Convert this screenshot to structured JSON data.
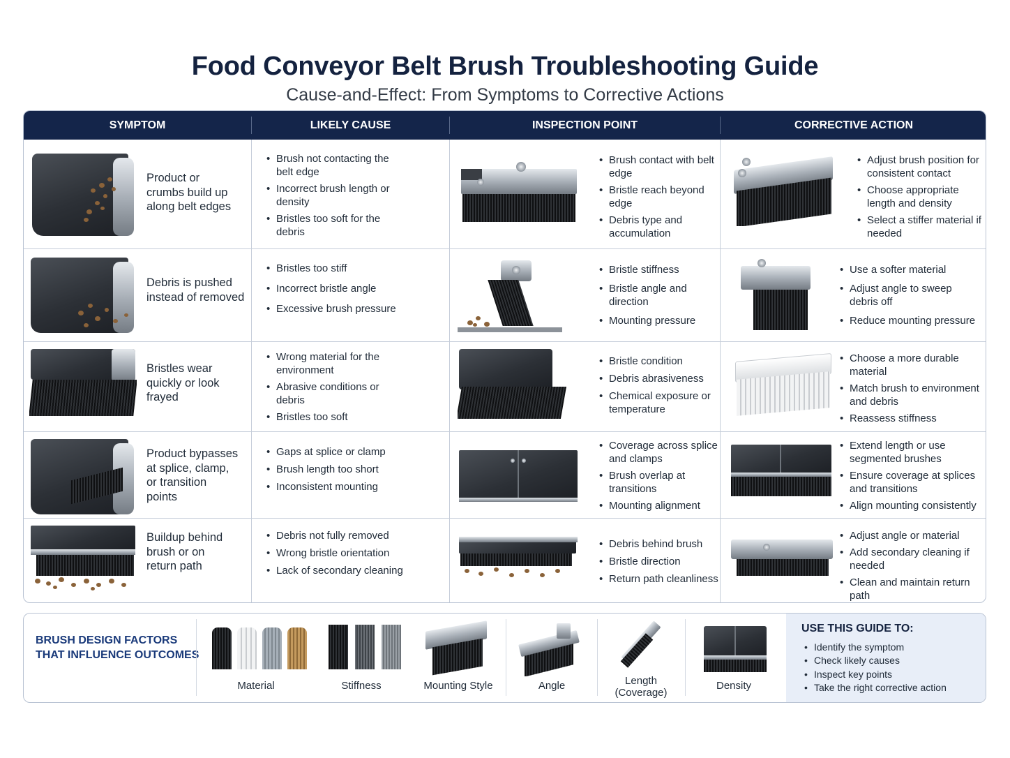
{
  "title": "Food Conveyor Belt Brush Troubleshooting Guide",
  "subtitle": "Cause-and-Effect: From Symptoms to Corrective Actions",
  "headers": [
    "SYMPTOM",
    "LIKELY CAUSE",
    "INSPECTION POINT",
    "CORRECTIVE ACTION"
  ],
  "rows": [
    {
      "symptom": [
        "Product or",
        "crumbs build up",
        "along belt edges"
      ],
      "causes": [
        "Brush not contacting the belt edge",
        "Incorrect brush length or density",
        "Bristles too soft for the debris"
      ],
      "inspection": [
        "Brush contact with belt edge",
        "Bristle reach beyond edge",
        "Debris type and accumulation"
      ],
      "actions": [
        "Adjust brush position for consistent contact",
        "Choose appropriate length and density",
        "Select a stiffer material if needed"
      ]
    },
    {
      "symptom": [
        "Debris is pushed",
        "instead of removed"
      ],
      "causes": [
        "Bristles too stiff",
        "Incorrect bristle angle",
        "Excessive brush pressure"
      ],
      "inspection": [
        "Bristle stiffness",
        "Bristle angle and direction",
        "Mounting pressure"
      ],
      "actions": [
        "Use a softer material",
        "Adjust angle to sweep debris off",
        "Reduce mounting pressure"
      ]
    },
    {
      "symptom": [
        "Bristles wear",
        "quickly or look",
        "frayed"
      ],
      "causes": [
        "Wrong material for the environment",
        "Abrasive conditions or debris",
        "Bristles too soft"
      ],
      "inspection": [
        "Bristle condition",
        "Debris abrasiveness",
        "Chemical exposure or temperature"
      ],
      "actions": [
        "Choose a more durable material",
        "Match brush to environment and debris",
        "Reassess stiffness"
      ]
    },
    {
      "symptom": [
        "Product bypasses",
        "at splice, clamp,",
        "or transition",
        "points"
      ],
      "causes": [
        "Gaps at splice or clamp",
        "Brush length too short",
        "Inconsistent mounting"
      ],
      "inspection": [
        "Coverage across splice and clamps",
        "Brush overlap at transitions",
        "Mounting alignment"
      ],
      "actions": [
        "Extend length or use segmented brushes",
        "Ensure coverage at splices and transitions",
        "Align mounting consistently"
      ]
    },
    {
      "symptom": [
        "Buildup behind",
        "brush or on",
        "return path"
      ],
      "causes": [
        "Debris not fully removed",
        "Wrong bristle orientation",
        "Lack of secondary cleaning"
      ],
      "inspection": [
        "Debris behind brush",
        "Bristle direction",
        "Return path cleanliness"
      ],
      "actions": [
        "Adjust angle or material",
        "Add secondary cleaning if needed",
        "Clean and maintain return path"
      ]
    }
  ],
  "factors": {
    "title_lines": [
      "BRUSH DESIGN FACTORS",
      "THAT INFLUENCE OUTCOMES"
    ],
    "items": [
      "Material",
      "Stiffness",
      "Mounting Style",
      "Angle",
      "Length",
      "(Coverage)",
      "Density"
    ]
  },
  "guide": {
    "title": "USE THIS GUIDE TO:",
    "items": [
      "Identify the symptom",
      "Check likely causes",
      "Inspect key points",
      "Take the right corrective action"
    ]
  },
  "colors": {
    "header_bg": "#14254a",
    "title": "#14223f",
    "factors_title": "#1a3a7a",
    "guide_bg": "#e8eef8",
    "debris": "#8a6239"
  }
}
